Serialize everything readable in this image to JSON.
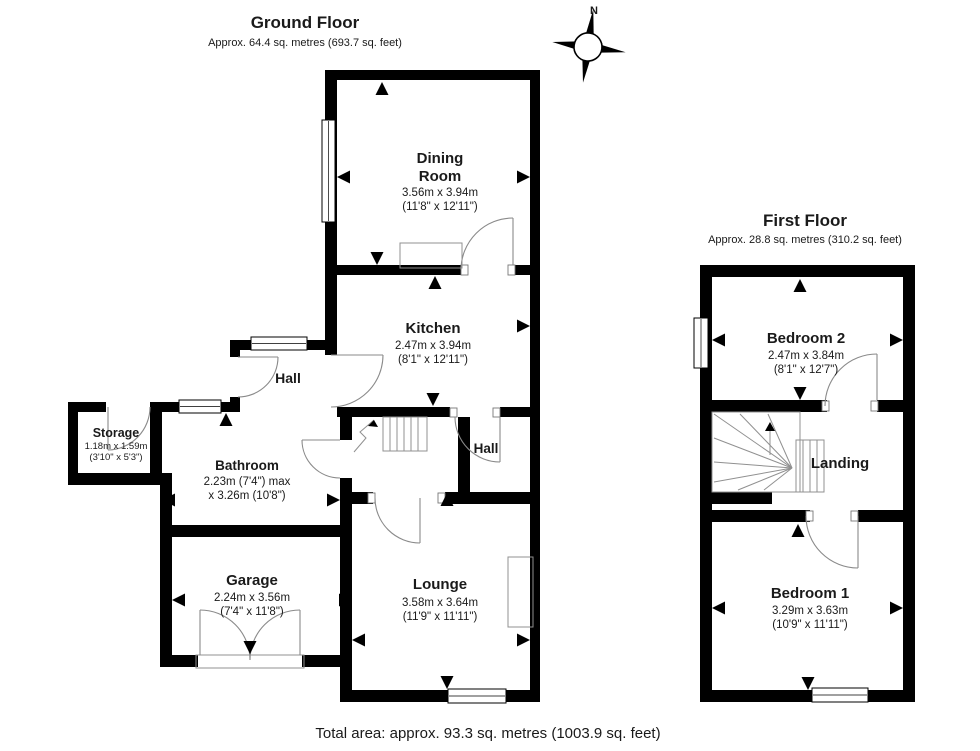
{
  "ground_floor": {
    "title": "Ground Floor",
    "subtitle": "Approx. 64.4 sq. metres (693.7 sq. feet)",
    "rooms": {
      "dining": {
        "name_line1": "Dining",
        "name_line2": "Room",
        "dims_m": "3.56m x 3.94m",
        "dims_ft": "(11'8\" x 12'11\")"
      },
      "kitchen": {
        "name": "Kitchen",
        "dims_m": "2.47m x 3.94m",
        "dims_ft": "(8'1\" x 12'11\")"
      },
      "hall_upper": {
        "name": "Hall"
      },
      "hall_lower": {
        "name": "Hall"
      },
      "storage": {
        "name": "Storage",
        "dims_m": "1.18m x 1.59m",
        "dims_ft": "(3'10\" x 5'3\")"
      },
      "bathroom": {
        "name": "Bathroom",
        "dims_m": "2.23m (7'4\") max",
        "dims_ft": "x 3.26m (10'8\")"
      },
      "garage": {
        "name": "Garage",
        "dims_m": "2.24m x 3.56m",
        "dims_ft": "(7'4\" x 11'8\")"
      },
      "lounge": {
        "name": "Lounge",
        "dims_m": "3.58m x 3.64m",
        "dims_ft": "(11'9\" x 11'11\")"
      }
    }
  },
  "first_floor": {
    "title": "First Floor",
    "subtitle": "Approx. 28.8 sq. metres (310.2 sq. feet)",
    "rooms": {
      "bedroom2": {
        "name": "Bedroom 2",
        "dims_m": "2.47m x 3.84m",
        "dims_ft": "(8'1\" x 12'7\")"
      },
      "landing": {
        "name": "Landing"
      },
      "bedroom1": {
        "name": "Bedroom 1",
        "dims_m": "3.29m x 3.63m",
        "dims_ft": "(10'9\" x 11'11\")"
      }
    }
  },
  "compass": {
    "north_label": "N"
  },
  "footer": {
    "total_area": "Total area: approx. 93.3 sq. metres (1003.9 sq. feet)"
  },
  "colors": {
    "wall": "#000000",
    "background": "#ffffff",
    "door_line": "#8a8a8a"
  }
}
